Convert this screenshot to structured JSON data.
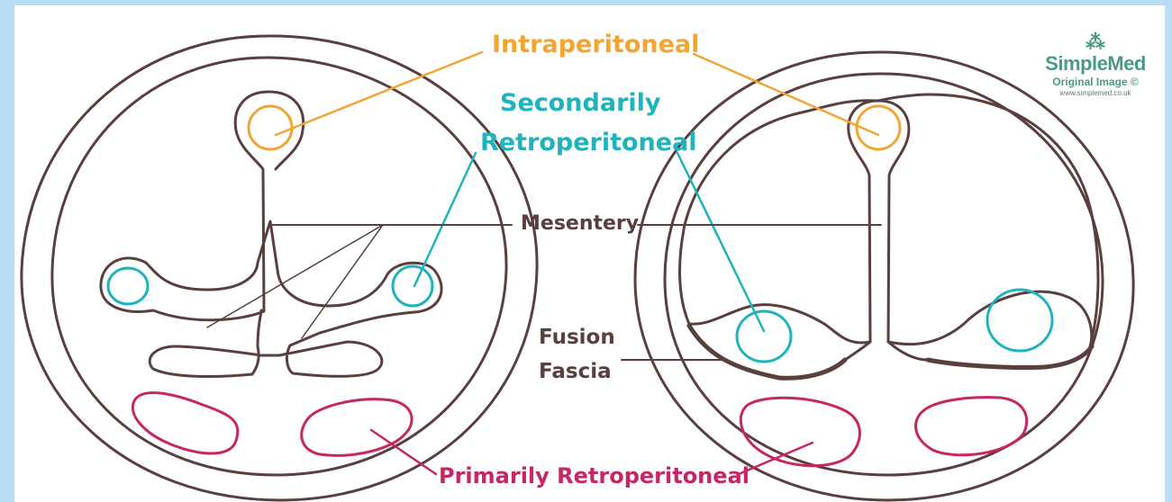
{
  "labels": {
    "intraperitoneal": "Intraperitoneal",
    "secondarily_line1": "Secondarily",
    "secondarily_line2": "Retroperitoneal",
    "mesentery": "Mesentery",
    "fusion_line1": "Fusion",
    "fusion_line2": "Fascia",
    "primarily": "Primarily Retroperitoneal"
  },
  "logo": {
    "icon": "simplemed-logo-icon",
    "name": "SimpleMed",
    "subtitle": "Original Image ©",
    "url": "www.simplemed.co.uk"
  },
  "colors": {
    "outline": "#5a3f3f",
    "intraperitoneal": "#f2a533",
    "secondarily_retroperitoneal": "#1fb3bd",
    "primarily_retroperitoneal": "#c62666",
    "logo": "#4a9a88",
    "border": "#b9dff4"
  }
}
